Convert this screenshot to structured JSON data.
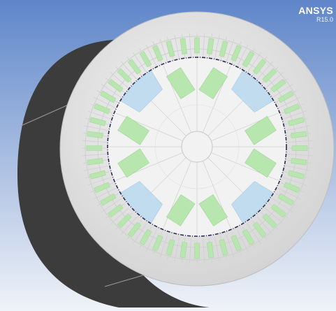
{
  "app": {
    "brand": "ANSYS",
    "version": "R15.0"
  },
  "scene": {
    "background_top": "#5f86c9",
    "background_bottom": "#f0f3f8",
    "rotor_body_color": "#3c3c3c",
    "stator_face_color": "#e3e3e3",
    "rotor_face_color": "#f2f2f2",
    "coil_color": "#b7e6ae",
    "magnet_color": "#a9d4ef",
    "magnet_pole_region_color": "#c2dcef",
    "mesh_line_color": "#cfcfcf",
    "airgap_line_color": "#2b2b55",
    "stator_slot_count": 48,
    "rotor_pole_count": 4
  }
}
